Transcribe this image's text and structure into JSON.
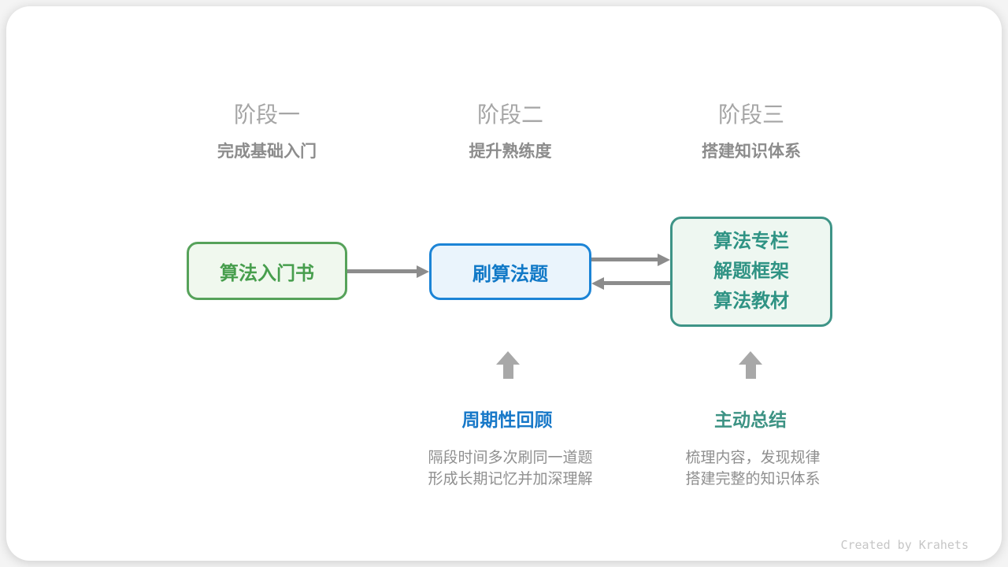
{
  "stages": [
    {
      "title": "阶段一",
      "subtitle": "完成基础入门"
    },
    {
      "title": "阶段二",
      "subtitle": "提升熟练度"
    },
    {
      "title": "阶段三",
      "subtitle": "搭建知识体系"
    }
  ],
  "nodes": {
    "beginner_book": {
      "label": "算法入门书"
    },
    "practice": {
      "label": "刷算法题"
    },
    "resources": {
      "lines": [
        "算法专栏",
        "解题框架",
        "算法教材"
      ]
    }
  },
  "annotations": {
    "review": {
      "title": "周期性回顾",
      "line1": "隔段时间多次刷同一道题",
      "line2": "形成长期记忆并加深理解"
    },
    "summarize": {
      "title": "主动总结",
      "line1": "梳理内容，发现规律",
      "line2": "搭建完整的知识体系"
    }
  },
  "credit": "Created by Krahets",
  "colors": {
    "green_border": "#56a25a",
    "green_fill": "#f0f8ee",
    "green_text": "#479e4d",
    "blue_border": "#1c84d6",
    "blue_fill": "#eaf4fc",
    "blue_text": "#1179c7",
    "teal_border": "#3e9487",
    "teal_fill": "#eef7f1",
    "teal_text": "#2f9384",
    "connector_arrow_gray": "#8c8c8c",
    "block_arrow_gray": "#a8a8a8",
    "stage_title_gray": "#a5a5a5",
    "stage_subtitle_gray": "#8c8c8c",
    "description_gray": "#8f8f8f",
    "credit_gray": "#c6c6c6"
  }
}
